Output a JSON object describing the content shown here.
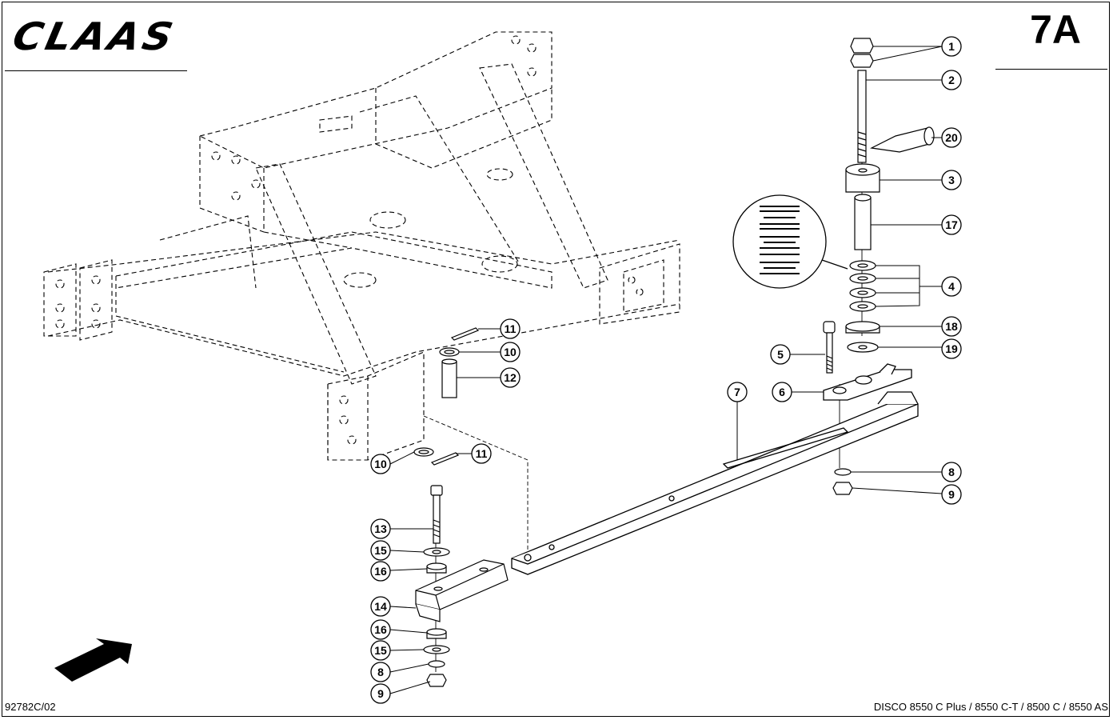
{
  "header": {
    "brand_logo_text": "CLAAS",
    "page_number": "7A"
  },
  "footer": {
    "document_code": "92782C/02",
    "model_line": "DISCO 8550 C Plus / 8550 C-T / 8500 C / 8550 AS"
  },
  "callouts": [
    {
      "key": "c1",
      "label": "1"
    },
    {
      "key": "c2",
      "label": "2"
    },
    {
      "key": "c20",
      "label": "20"
    },
    {
      "key": "c3",
      "label": "3"
    },
    {
      "key": "c17",
      "label": "17"
    },
    {
      "key": "c4",
      "label": "4"
    },
    {
      "key": "c18",
      "label": "18"
    },
    {
      "key": "c19",
      "label": "19"
    },
    {
      "key": "c5",
      "label": "5"
    },
    {
      "key": "c6",
      "label": "6"
    },
    {
      "key": "c7",
      "label": "7"
    },
    {
      "key": "c8a",
      "label": "8"
    },
    {
      "key": "c9a",
      "label": "9"
    },
    {
      "key": "c11a",
      "label": "11"
    },
    {
      "key": "c10a",
      "label": "10"
    },
    {
      "key": "c12",
      "label": "12"
    },
    {
      "key": "c10b",
      "label": "10"
    },
    {
      "key": "c11b",
      "label": "11"
    },
    {
      "key": "c13",
      "label": "13"
    },
    {
      "key": "c15a",
      "label": "15"
    },
    {
      "key": "c16a",
      "label": "16"
    },
    {
      "key": "c14",
      "label": "14"
    },
    {
      "key": "c16b",
      "label": "16"
    },
    {
      "key": "c15b",
      "label": "15"
    },
    {
      "key": "c8b",
      "label": "8"
    },
    {
      "key": "c9b",
      "label": "9"
    }
  ],
  "icons": {
    "direction_arrow": "travel-direction-arrow-icon",
    "detail_magnifier": "washer-stack-detail-icon"
  }
}
